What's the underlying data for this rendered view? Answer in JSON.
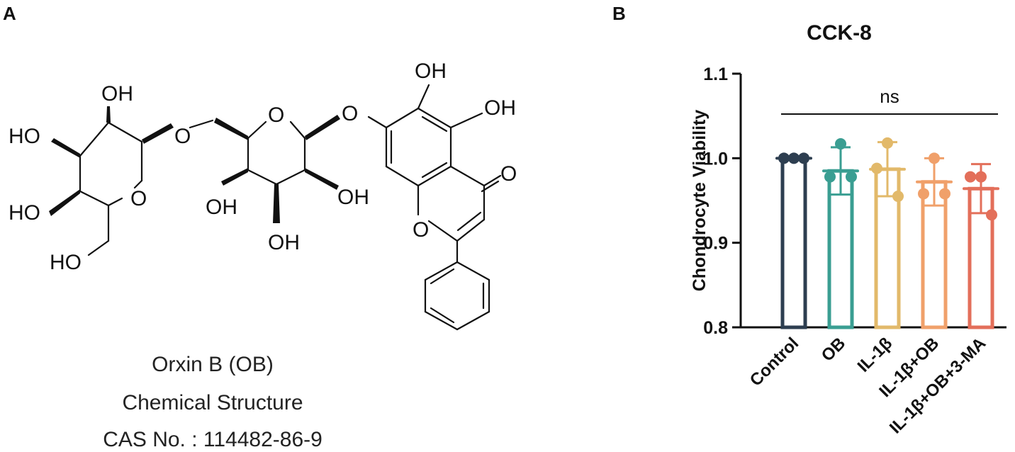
{
  "panels": {
    "a": "A",
    "b": "B"
  },
  "structure": {
    "labels": {
      "oh_top_sugar": "OH",
      "ho_left_upper": "HO",
      "ho_left_lower": "HO",
      "ho_bottom": "HO",
      "o_ring1": "O",
      "o_link1": "O",
      "o_ring2": "O",
      "o_link2": "O",
      "oh_ring2_left": "OH",
      "oh_ring2_bottom": "OH",
      "oh_ring2_right": "OH",
      "oh_flav_top": "OH",
      "oh_flav_right": "OH",
      "o_carbonyl": "O",
      "o_chromone": "O"
    },
    "caption": {
      "name": "Orxin B (OB)",
      "subtitle": "Chemical Structure",
      "cas": "CAS No. : 114482-86-9"
    }
  },
  "chart_data": {
    "type": "bar",
    "title": "CCK-8",
    "ylabel": "Chondrocyte Viability",
    "xlabel": "",
    "ylim": [
      0.8,
      1.1
    ],
    "yticks": [
      "0.8",
      "0.9",
      "1.0",
      "1.1"
    ],
    "categories": [
      "Control",
      "OB",
      "IL-1β",
      "IL-1β+OB",
      "IL-1β+OB+3-MA"
    ],
    "means": [
      1.0,
      0.985,
      0.987,
      0.972,
      0.964
    ],
    "sd": [
      0.0,
      0.028,
      0.032,
      0.028,
      0.029
    ],
    "points": [
      [
        1.0,
        1.0,
        1.0
      ],
      [
        1.017,
        0.978,
        0.978
      ],
      [
        1.018,
        0.988,
        0.955
      ],
      [
        1.0,
        0.958,
        0.958
      ],
      [
        0.978,
        0.978,
        0.933
      ]
    ],
    "colors": [
      "#2d3e50",
      "#3a9e92",
      "#e2b96a",
      "#f0a06a",
      "#e36f5a"
    ],
    "annotation": "ns"
  }
}
